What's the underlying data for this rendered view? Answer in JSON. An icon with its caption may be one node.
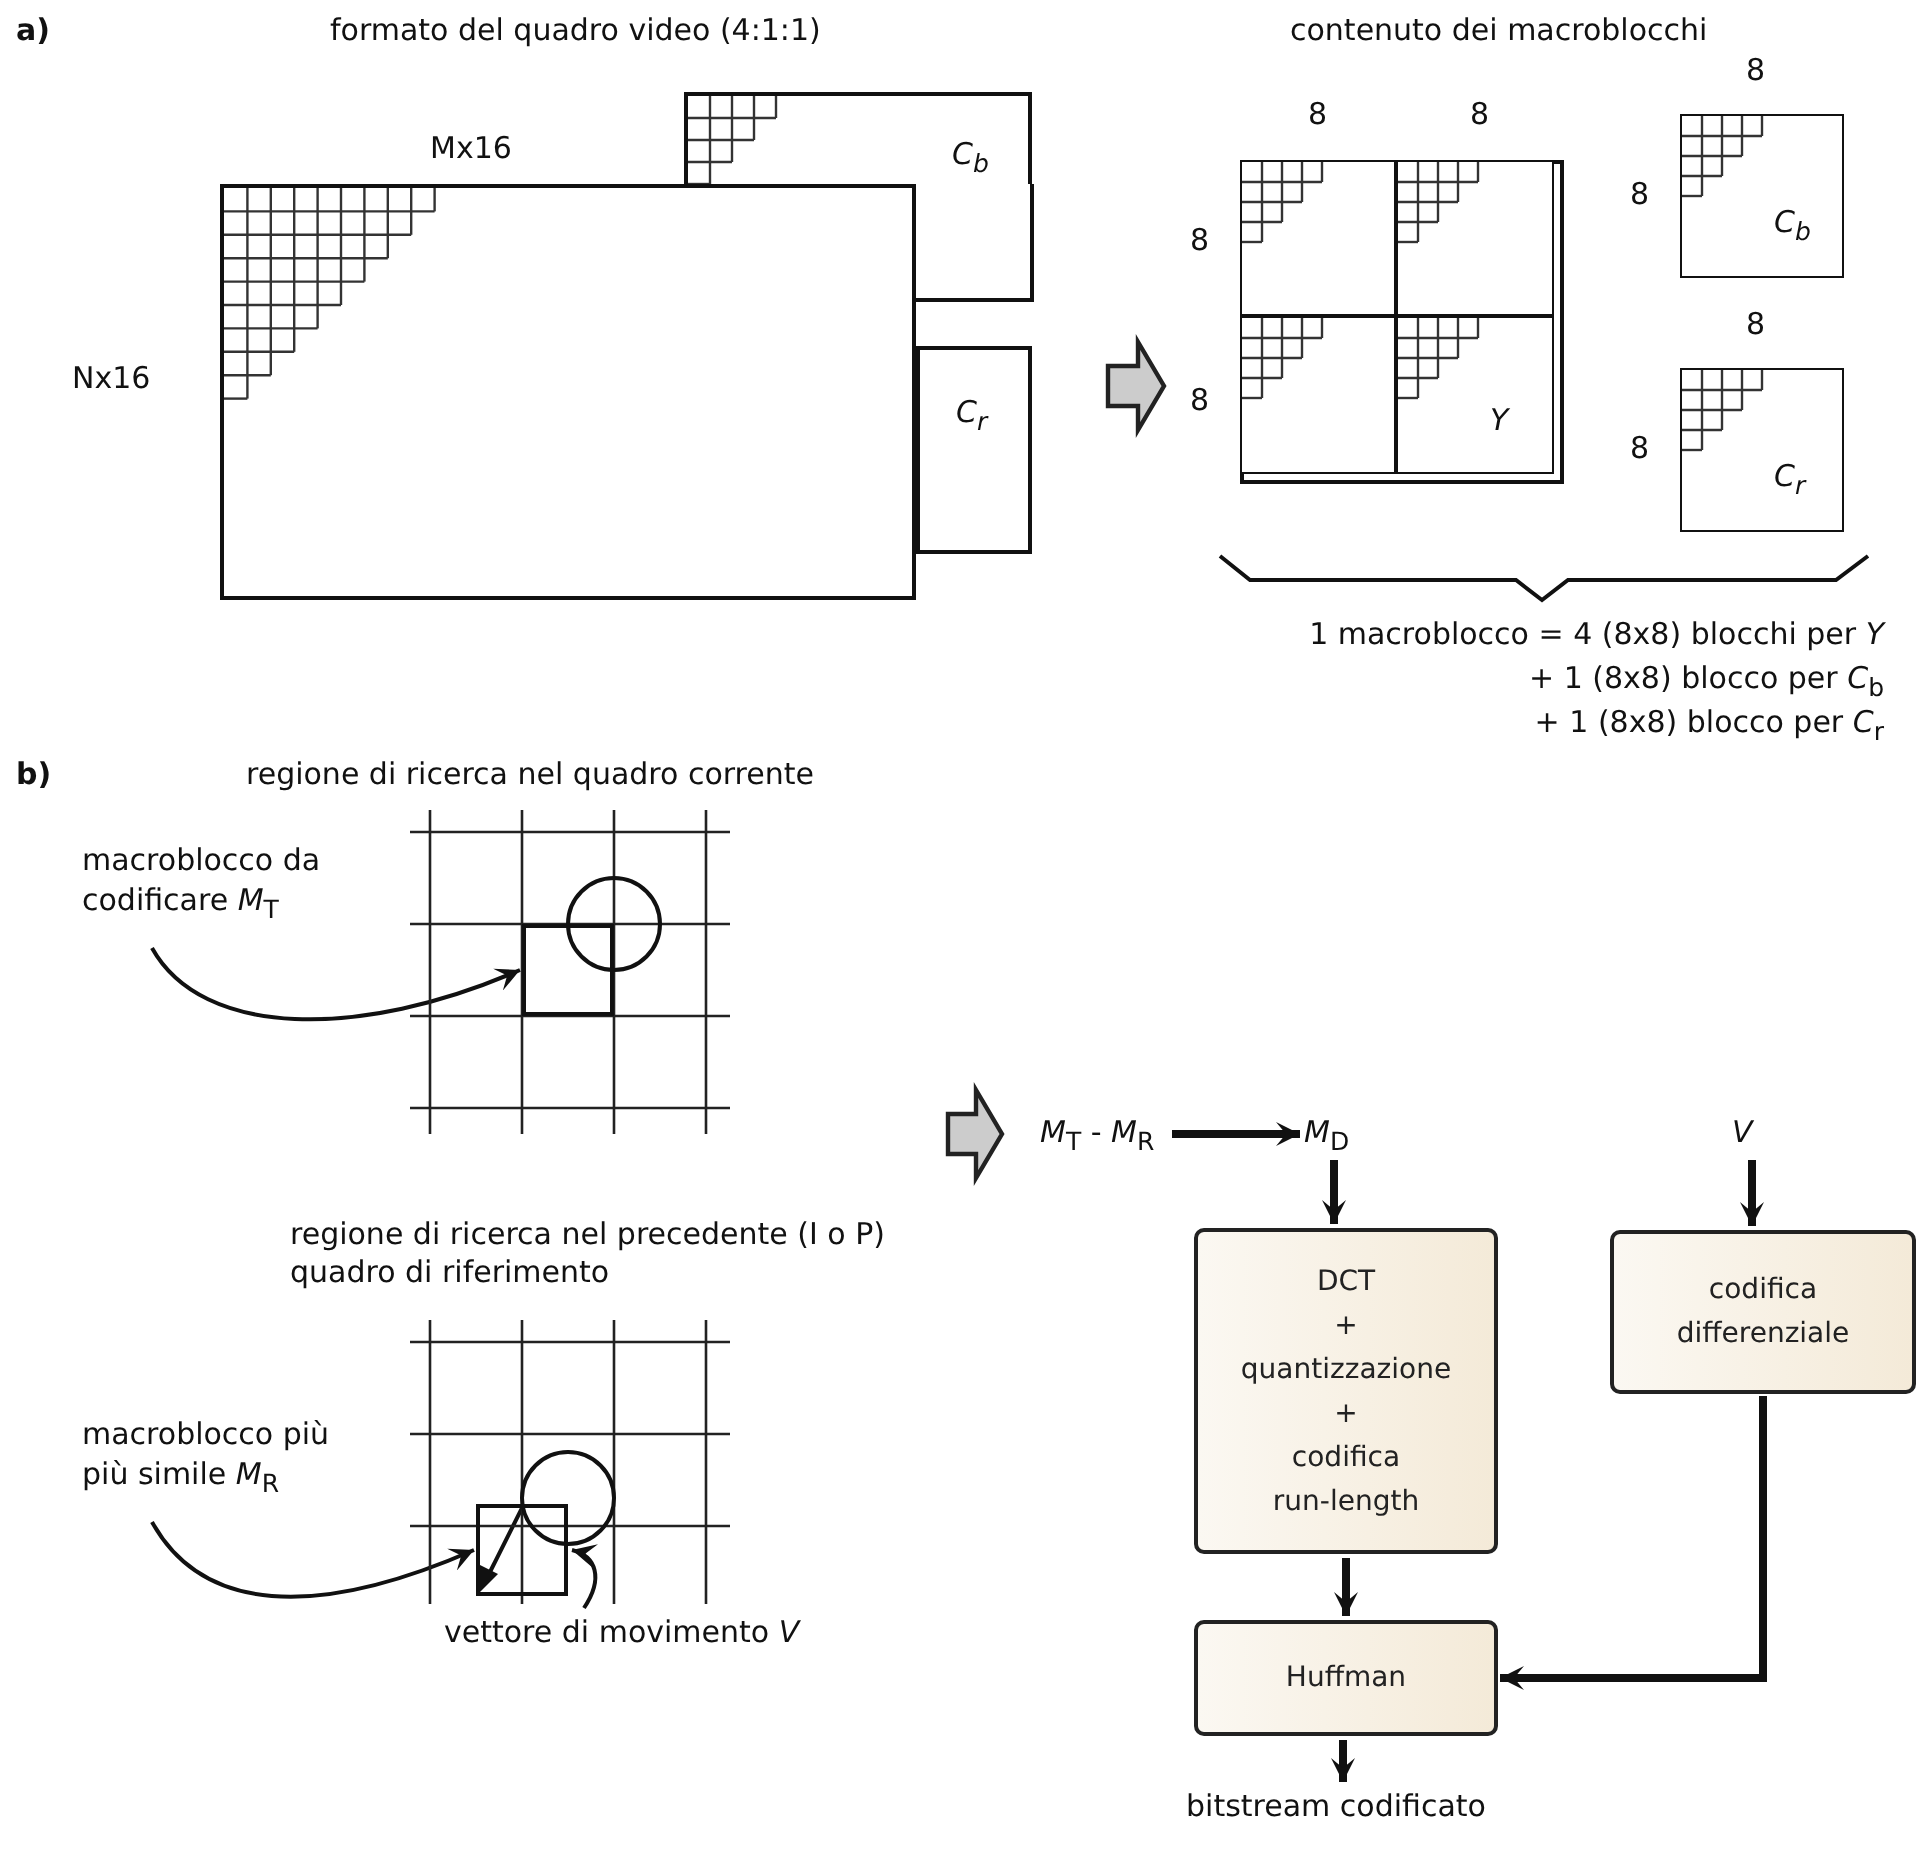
{
  "diagram": {
    "nodes": [
      {
        "text": [
          "C$_{b}$"
        ]
      },
      {
        "text": [
          "C$_{r}$"
        ]
      },
      {
        "text": [],
        "shape": "box",
        "beside": [
          "Mx16",
          "Nx16"
        ]
      },
      {
        "text": [],
        "shape": "box"
      },
      {
        "text": [],
        "shape": "box",
        "in": 3
      },
      {
        "text": [],
        "shape": "box",
        "in": 3
      },
      {
        "text": [],
        "shape": "box",
        "in": 3
      },
      {
        "text": [
          "Y"
        ],
        "in": 3
      },
      {
        "text": [
          "C$_{b}$"
        ]
      },
      {
        "text": [
          "C$_{r}$"
        ]
      },
      {
        "text": [],
        "shape": "box"
      },
      {
        "text": [],
        "shape": "box",
        "in": 10
      },
      {
        "text": [],
        "shape": "circle",
        "in": 10
      },
      {
        "text": [
          "macroblocco da codificare *M*$_{T}$"
        ]
      },
      {
        "text": [],
        "shape": "box"
      },
      {
        "text": [],
        "shape": "box",
        "in": 14
      },
      {
        "text": [],
        "shape": "circle",
        "in": 14
      },
      {
        "text": [
          "macroblocco più più simile *M*$_{R}$"
        ]
      },
      {
        "text": [
          "vettore di movimento *V*"
        ]
      },
      {
        "text": [
          "*M*$_{T}$ - *M*$_{R}$"
        ]
      },
      {
        "text": [
          "*M*$_{D}$"
        ]
      },
      {
        "text": [
          "V"
        ]
      },
      {
        "text": [
          "DCT + quantizzazione + codifica run-length"
        ]
      },
      {
        "text": [
          "codifica differenziale"
        ]
      },
      {
        "text": [
          "Huffman"
        ]
      },
      {
        "text": [
          "bitstream codificato"
        ]
      }
    ],
    "edges": [
      {
        "from": 1,
        "to": 3,
        "arrow": "to",
        "color": "#cccccc"
      },
      {
        "from": 13,
        "to": 11,
        "arrow": "to"
      },
      {
        "from": 17,
        "to": 15,
        "arrow": "to"
      },
      {
        "from": 18,
        "to": 15,
        "arrow": "to"
      },
      {
        "from": null,
        "to": 19,
        "arrow": "to",
        "color": "#cccccc"
      },
      {
        "from": 19,
        "to": 20,
        "arrow": "to"
      },
      {
        "from": 20,
        "to": 22,
        "arrow": "to"
      },
      {
        "from": 21,
        "to": 23,
        "arrow": "to"
      },
      {
        "from": 22,
        "to": 24,
        "arrow": "to"
      },
      {
        "from": 23,
        "to": 24,
        "arrow": "to"
      },
      {
        "from": 24,
        "to": 25,
        "arrow": "to"
      }
    ],
    "labels": [
      "a)",
      "formato del quadro video (4:1:1)",
      "contenuto dei macroblocchi",
      "8",
      "8",
      "8",
      "8",
      "8",
      "8",
      "8",
      "8",
      "1 macroblocco = 4 (8x8) blocchi per *Y*",
      "+ 1 (8x8) blocco per *C*$_{b}$",
      "+ 1 (8x8) blocco per *C*$_{r}$",
      "b)",
      "regione di ricerca nel quadro corrente",
      "regione di ricerca nel precedente (I o P) quadro di riferimento"
    ]
  }
}
